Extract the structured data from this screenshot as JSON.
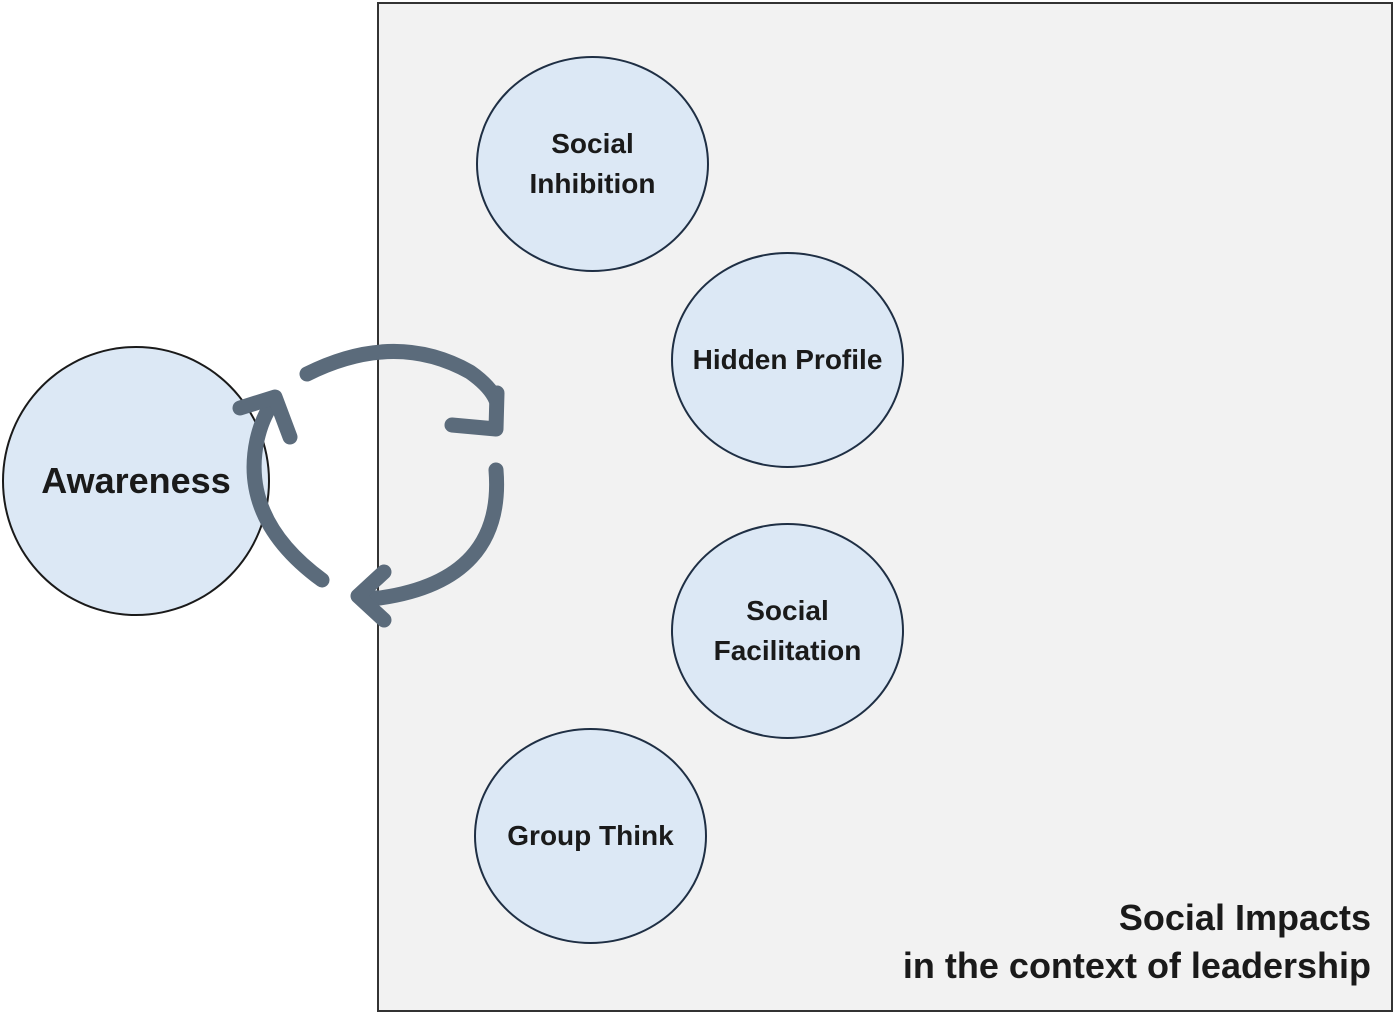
{
  "awareness": {
    "label": "Awareness"
  },
  "impacts": [
    {
      "label": "Social Inhibition"
    },
    {
      "label": "Hidden Profile"
    },
    {
      "label": "Social Facilitation"
    },
    {
      "label": "Group Think"
    }
  ],
  "panel": {
    "caption_line1": "Social Impacts",
    "caption_line2": "in the context of leadership"
  },
  "colors": {
    "node_fill": "#dce8f5",
    "node_border": "#1f2f44",
    "panel_fill": "#f2f2f2",
    "cycle_arrow": "#5b6b7b"
  }
}
